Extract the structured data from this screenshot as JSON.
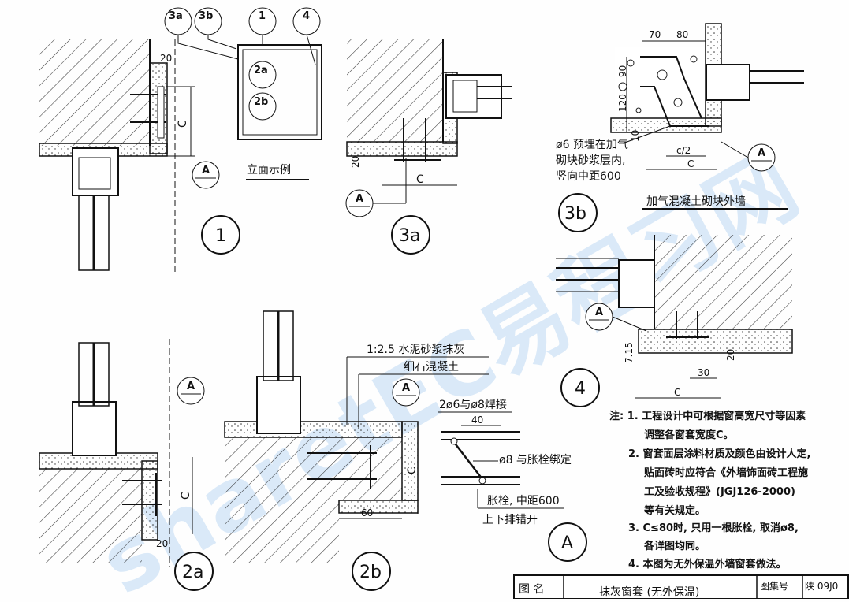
{
  "watermark": "sharetEC易程习网",
  "detail_labels": [
    "1",
    "3a",
    "3b",
    "2a",
    "2b",
    "4",
    "A"
  ],
  "bubble_labels": {
    "b3a": "3a",
    "b3b": "3b",
    "b1": "1",
    "b4": "4",
    "b2a": "2a",
    "b2b": "2b",
    "bA": "A"
  },
  "dims": {
    "d20": "20",
    "dc": "C",
    "d70": "70",
    "d80": "80",
    "d90": "90",
    "d120": "120",
    "d10": "10",
    "dc2": "c/2",
    "d40": "40",
    "d60": "60",
    "d715": "7.15",
    "d30": "30"
  },
  "texts": {
    "elev_example": "立面示例",
    "rebar_note": "ø6 预埋在加气",
    "rebar_note2": "砌块砂浆层内,",
    "rebar_note3": "竖向中距600",
    "aac_wall": "加气混凝土砌块外墙",
    "mortar": "1:2.5 水泥砂浆抹灰",
    "fine_concrete": "细石混凝土",
    "weld": "2ø6与ø8焊接",
    "tie": "ø8 与胀栓绑定",
    "anchor": "胀栓, 中距600",
    "stagger": "上下排错开"
  },
  "notes": [
    "注: 1. 工程设计中可根据窗高宽尺寸等因素",
    "调整各窗套宽度C。",
    "2. 窗套面层涂料材质及颜色由设计人定,",
    "贴面砖时应符合《外墙饰面砖工程施",
    "工及验收规程》(JGJ126-2000)",
    "等有关规定。",
    "3. C≤80时, 只用一根胀栓, 取消ø8,",
    "各详图均同。",
    "4. 本图为无外保温外墙窗套做法。"
  ],
  "title_block": {
    "name_label": "图  名",
    "name": "抹灰窗套 (无外保温)",
    "atlas_label": "图集号",
    "atlas_no": "陕 09J0"
  }
}
